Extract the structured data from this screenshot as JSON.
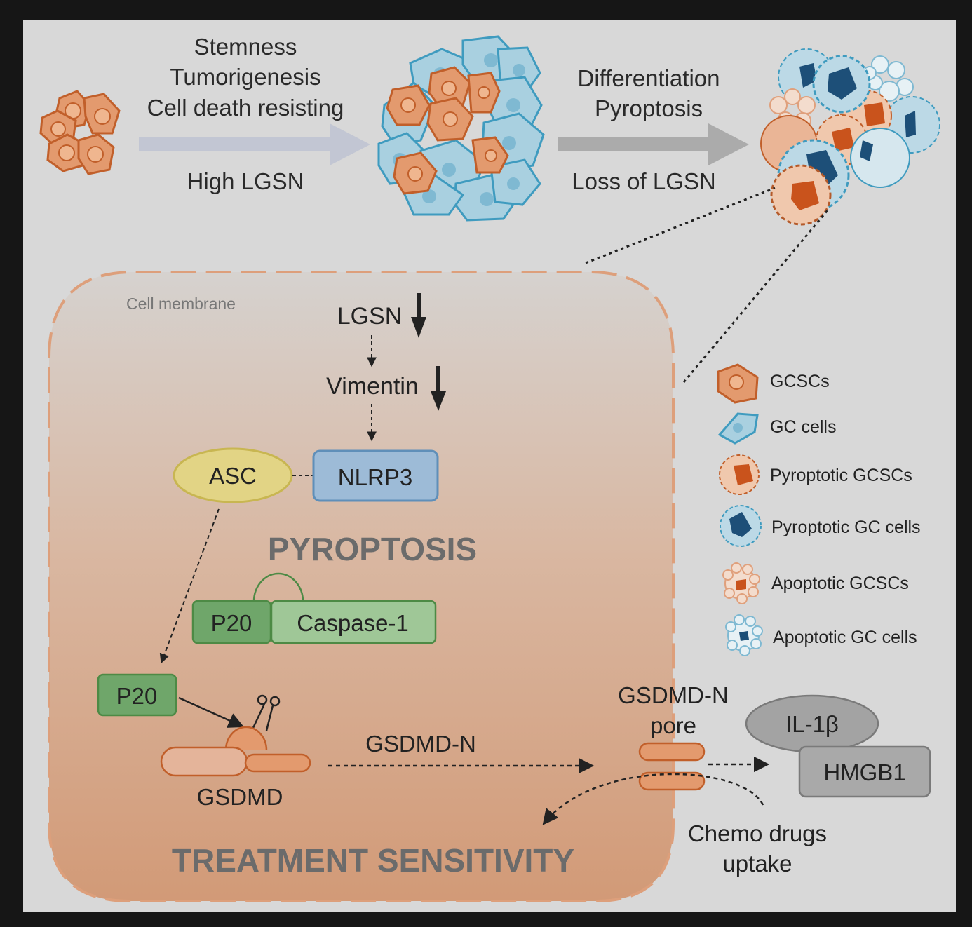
{
  "top": {
    "arrow1_lines": [
      "Stemness",
      "Tumorigenesis",
      "Cell death resisting"
    ],
    "arrow1_bottom": "High LGSN",
    "arrow2_lines": [
      "Differentiation",
      "Pyroptosis"
    ],
    "arrow2_bottom": "Loss of LGSN"
  },
  "cell": {
    "membrane_label": "Cell membrane",
    "lgsn": "LGSN",
    "vimentin": "Vimentin",
    "asc": "ASC",
    "nlrp3": "NLRP3",
    "pyroptosis": "PYROPTOSIS",
    "p20_complex": "P20",
    "caspase1": "Caspase-1",
    "p20_free": "P20",
    "gsdmd": "GSDMD",
    "gsdmd_n": "GSDMD-N",
    "treatment": "TREATMENT SENSITIVITY"
  },
  "outside": {
    "pore_lines": [
      "GSDMD-N",
      "pore"
    ],
    "il1b": "IL-1β",
    "hmgb1": "HMGB1",
    "chemo_lines": [
      "Chemo drugs",
      "uptake"
    ]
  },
  "legend": [
    {
      "icon": "gcsc-icon",
      "label": "GCSCs"
    },
    {
      "icon": "gc-cell-icon",
      "label": "GC cells"
    },
    {
      "icon": "pyroptotic-gcsc-icon",
      "label": "Pyroptotic GCSCs"
    },
    {
      "icon": "pyroptotic-gc-cell-icon",
      "label": "Pyroptotic GC cells"
    },
    {
      "icon": "apoptotic-gcsc-icon",
      "label": "Apoptotic GCSCs"
    },
    {
      "icon": "apoptotic-gc-cell-icon",
      "label": "Apoptotic GC  cells"
    }
  ],
  "colors": {
    "background": "#d8d8d8",
    "frame": "#161616",
    "orange": "#d2743a",
    "orange_fill": "#e39a6e",
    "blue": "#4da6c6",
    "blue_fill": "#a9d0e0",
    "dark_blue": "#1d4f78",
    "green_dark": "#6fa66a",
    "green_light": "#9fc797",
    "yellow": "#e2d485",
    "nlrp3": "#9dbbd7",
    "gray_box": "#a3a3a3",
    "arrow_gray": "#a9a9a9",
    "heading_gray": "#6b6b6b"
  }
}
